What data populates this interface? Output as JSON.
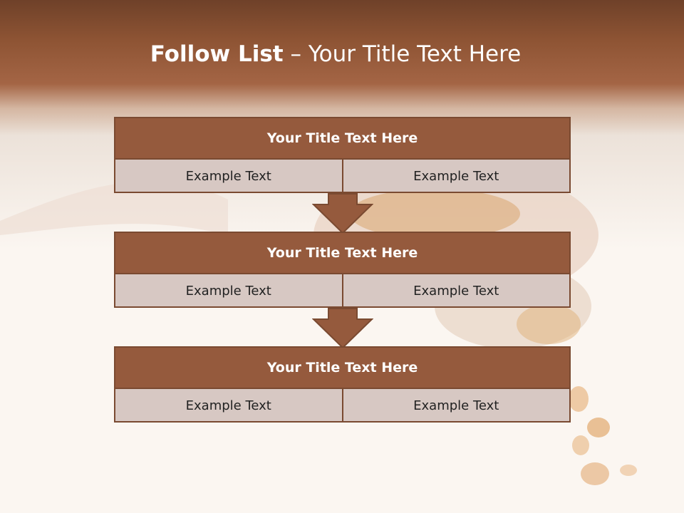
{
  "slide": {
    "title_bold": "Follow List",
    "title_rest": "– Your Title Text Here"
  },
  "blocks": [
    {
      "title": "Your Title Text Here",
      "cells": [
        "Example Text",
        "Example Text"
      ]
    },
    {
      "title": "Your Title Text Here",
      "cells": [
        "Example Text",
        "Example Text"
      ]
    },
    {
      "title": "Your Title Text Here",
      "cells": [
        "Example Text",
        "Example Text"
      ]
    }
  ],
  "colors": {
    "header_band": "#8e5434",
    "block_head": "#955a3d",
    "block_cell": "#d7c8c3",
    "border": "#7a4a31",
    "background": "#fbf6f1"
  },
  "icons": [
    "down-arrow-icon",
    "corn-kernels-image"
  ]
}
